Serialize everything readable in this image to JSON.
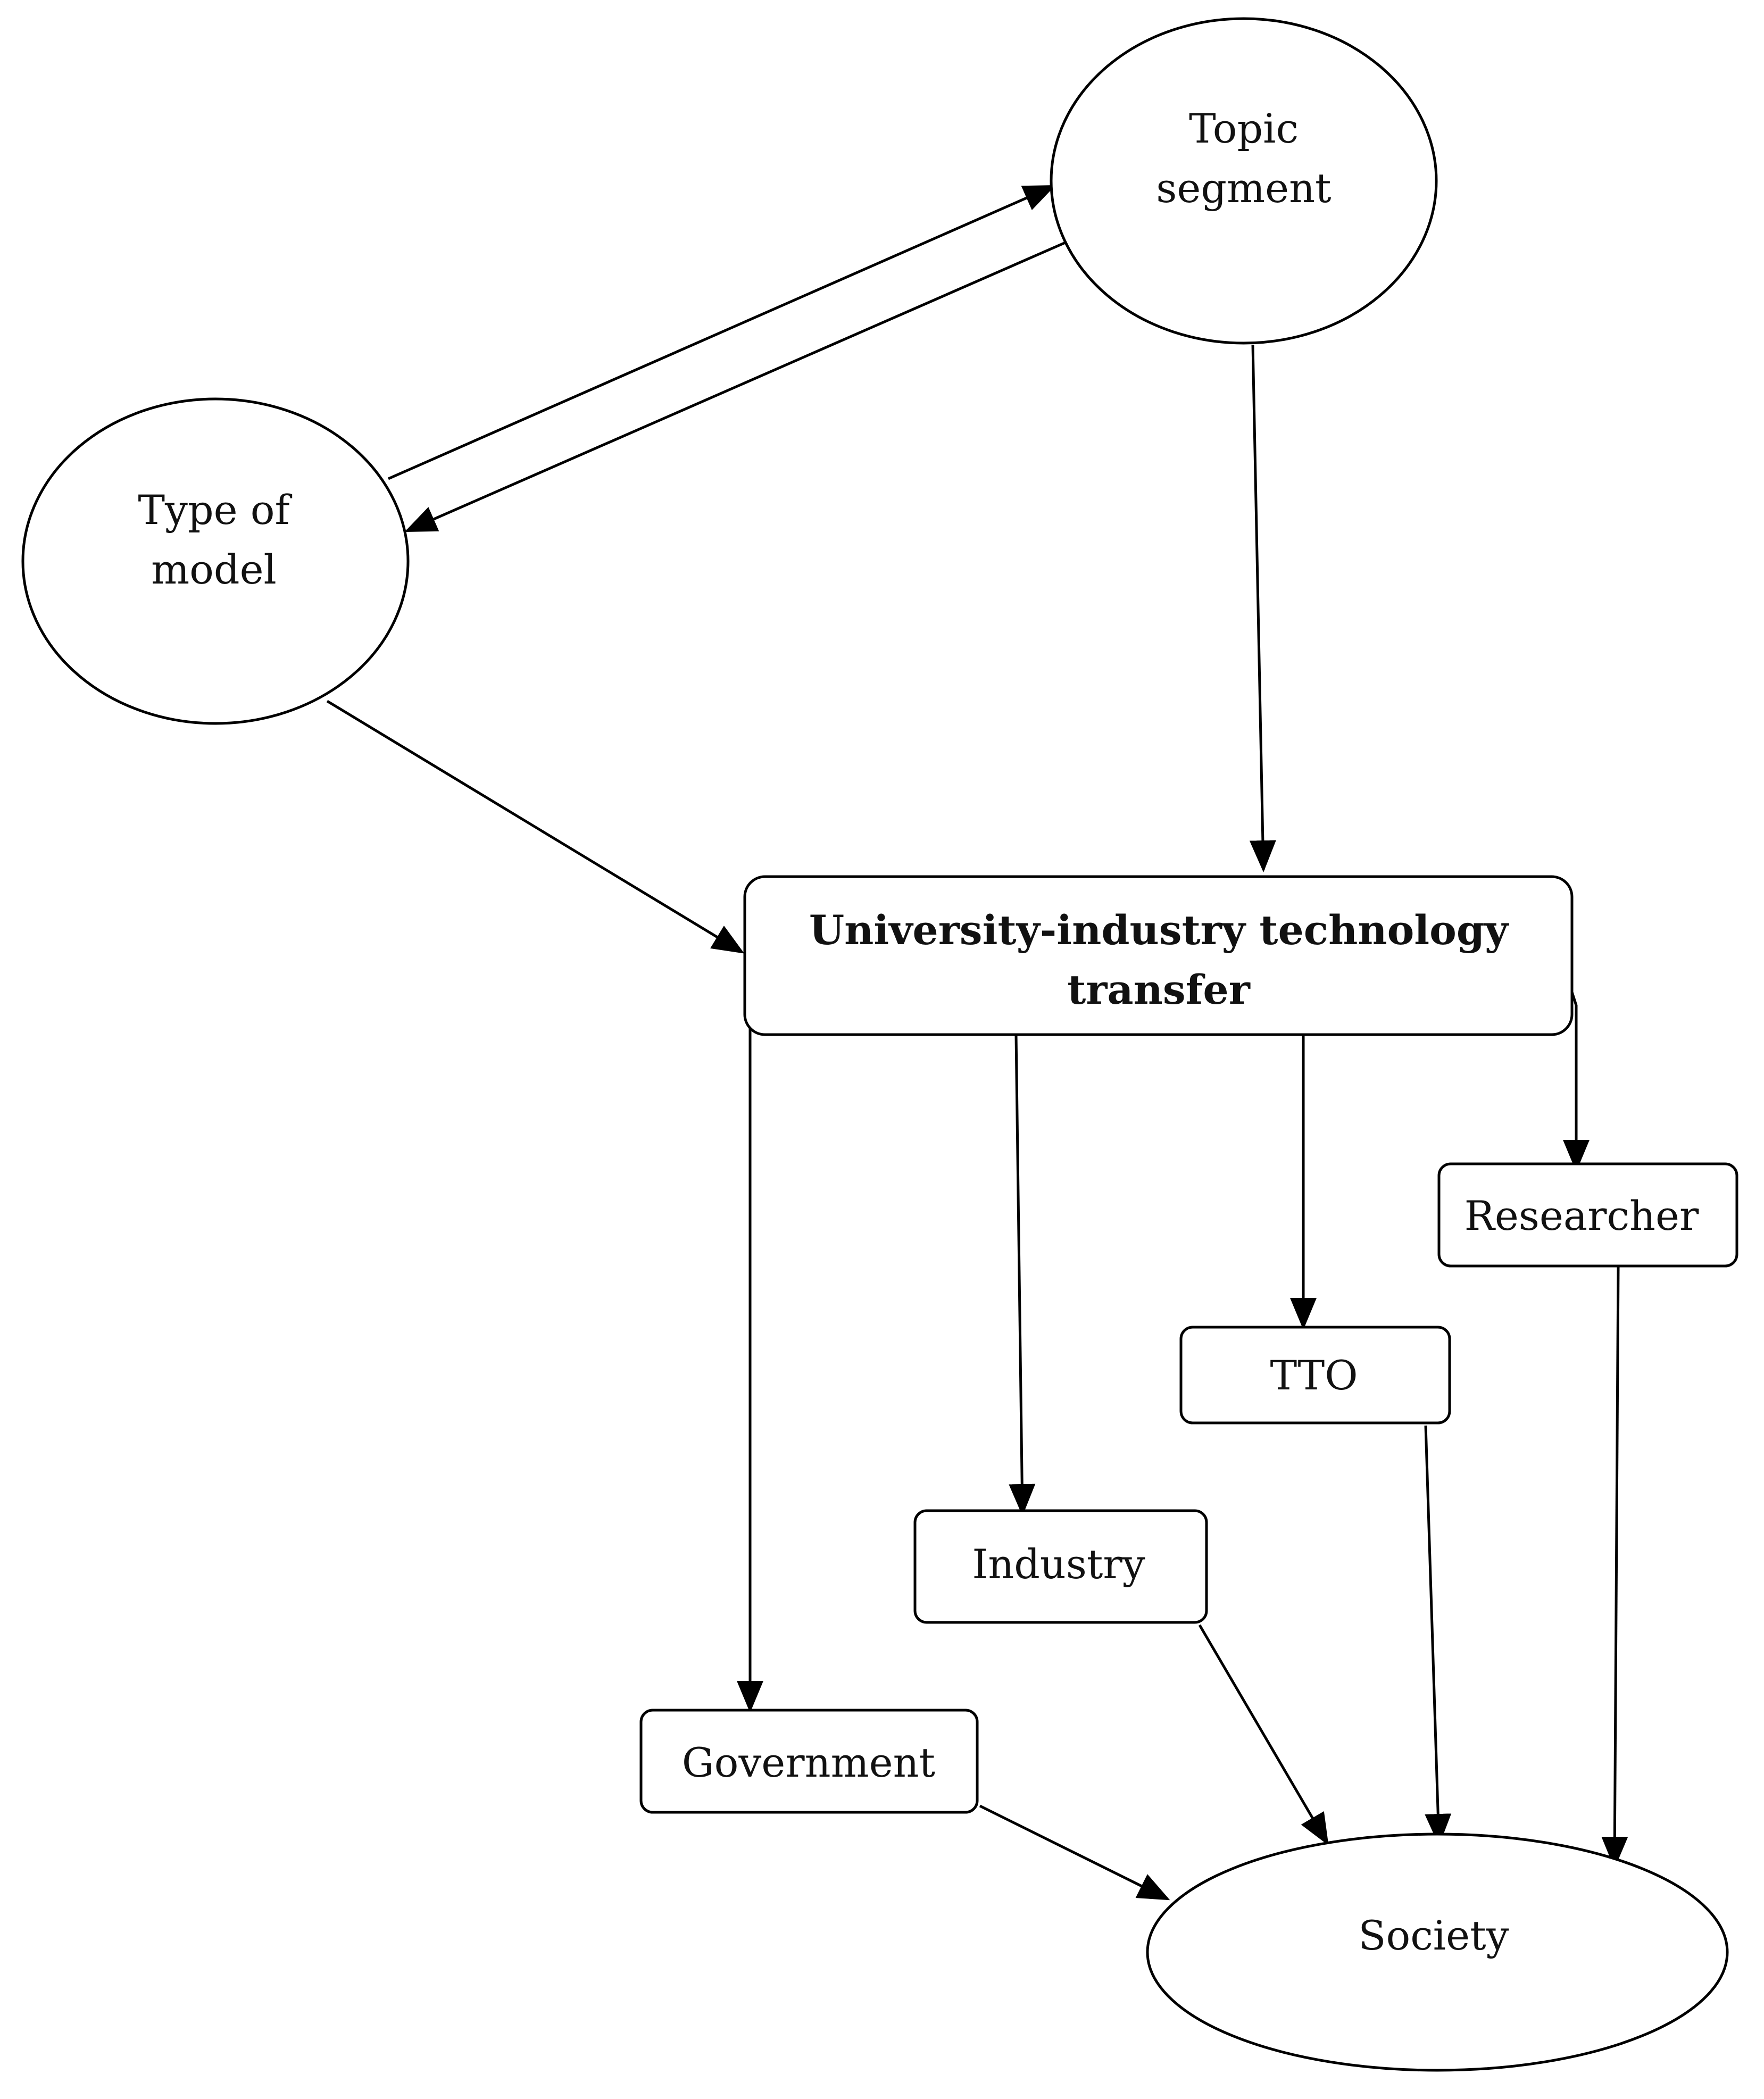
{
  "nodes": {
    "topic_segment": {
      "line1": "Topic",
      "line2": "segment"
    },
    "type_of_model": {
      "line1": "Type of",
      "line2": "model"
    },
    "uitt": {
      "line1": "University-industry technology",
      "line2": "transfer"
    },
    "researcher": {
      "label": "Researcher"
    },
    "tto": {
      "label": "TTO"
    },
    "industry": {
      "label": "Industry"
    },
    "government": {
      "label": "Government"
    },
    "society": {
      "label": "Society"
    }
  },
  "edges": [
    {
      "from": "type_of_model",
      "to": "topic_segment"
    },
    {
      "from": "topic_segment",
      "to": "type_of_model"
    },
    {
      "from": "topic_segment",
      "to": "uitt"
    },
    {
      "from": "type_of_model",
      "to": "uitt"
    },
    {
      "from": "uitt",
      "to": "government"
    },
    {
      "from": "uitt",
      "to": "industry"
    },
    {
      "from": "uitt",
      "to": "tto"
    },
    {
      "from": "uitt",
      "to": "researcher"
    },
    {
      "from": "government",
      "to": "society"
    },
    {
      "from": "industry",
      "to": "society"
    },
    {
      "from": "tto",
      "to": "society"
    },
    {
      "from": "researcher",
      "to": "society"
    }
  ]
}
